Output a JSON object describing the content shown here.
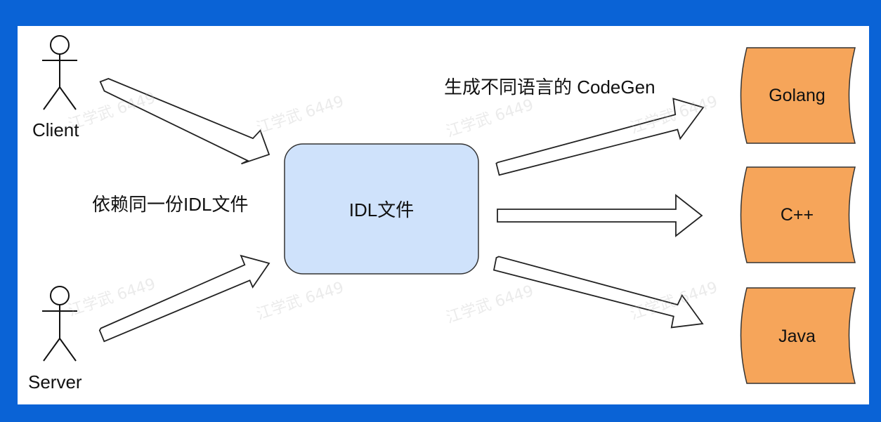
{
  "diagram": {
    "actors": {
      "client": "Client",
      "server": "Server"
    },
    "dependency_label": "依赖同一份IDL文件",
    "idl_box_label": "IDL文件",
    "codegen_label": "生成不同语言的 CodeGen",
    "languages": [
      "Golang",
      "C++",
      "Java"
    ],
    "watermark": "江学武 6449"
  },
  "colors": {
    "frame": "#0a63d6",
    "canvas": "#ffffff",
    "idl_box_fill": "#cfe2fb",
    "language_fill": "#f6a55a"
  }
}
